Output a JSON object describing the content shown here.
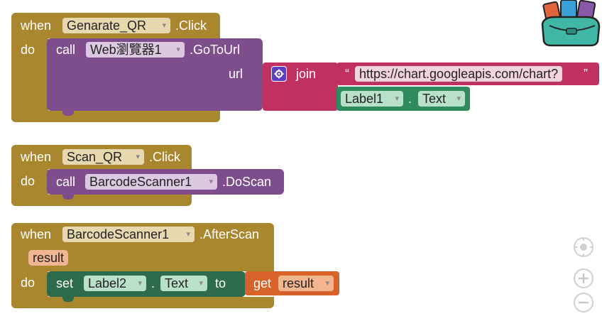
{
  "blocks": {
    "event1": {
      "when": "when",
      "component": "Genarate_QR",
      "event": ".Click",
      "do": "do",
      "call": {
        "call": "call",
        "component": "Web瀏覽器1",
        "method": ".GoToUrl",
        "arg": "url",
        "join": {
          "label": "join",
          "text_quote_open": "“",
          "text_value": "https://chart.googleapis.com/chart?",
          "text_quote_close": "”",
          "getter": {
            "component": "Label1",
            "dot": ".",
            "property": "Text"
          }
        }
      }
    },
    "event2": {
      "when": "when",
      "component": "Scan_QR",
      "event": ".Click",
      "do": "do",
      "call": {
        "call": "call",
        "component": "BarcodeScanner1",
        "method": ".DoScan"
      }
    },
    "event3": {
      "when": "when",
      "component": "BarcodeScanner1",
      "event": ".AfterScan",
      "param": "result",
      "do": "do",
      "set": {
        "set": "set",
        "component": "Label2",
        "dot": ".",
        "property": "Text",
        "to": "to",
        "get": {
          "get": "get",
          "var": "result"
        }
      }
    }
  },
  "dropdown_arrow": "▾",
  "icons": {
    "backpack": "backpack-icon",
    "mutator": "gear-icon",
    "center": "crosshair-icon",
    "zoom_in": "plus-icon",
    "zoom_out": "minus-icon"
  },
  "colors": {
    "event": "#a8872e",
    "procedure": "#7d4d8c",
    "text": "#c03060",
    "component_getter": "#2f8a5c",
    "component_setter": "#2d6b4b",
    "variable": "#d8632a"
  }
}
